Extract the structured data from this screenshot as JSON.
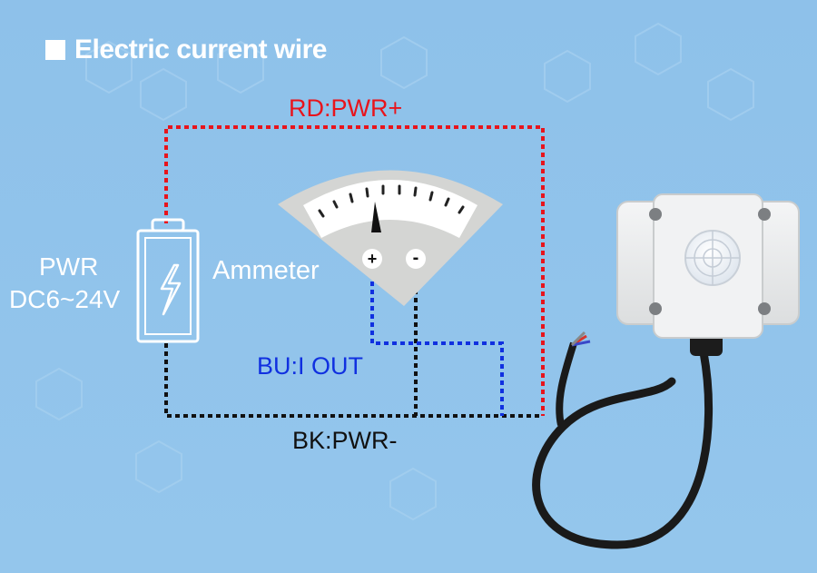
{
  "title": "Electric current wire",
  "wires": {
    "red_label": "RD:PWR+",
    "blue_label": "BU:I OUT",
    "black_label": "BK:PWR-"
  },
  "power": {
    "label": "PWR",
    "voltage": "DC6~24V"
  },
  "ammeter": {
    "label": "Ammeter",
    "plus": "+",
    "minus": "-"
  },
  "colors": {
    "background": "#8fc2ea",
    "red_wire": "#e8141c",
    "blue_wire": "#1030e0",
    "black_wire": "#111111"
  },
  "icons": [
    "lightning-icon",
    "hexagon-pattern"
  ]
}
